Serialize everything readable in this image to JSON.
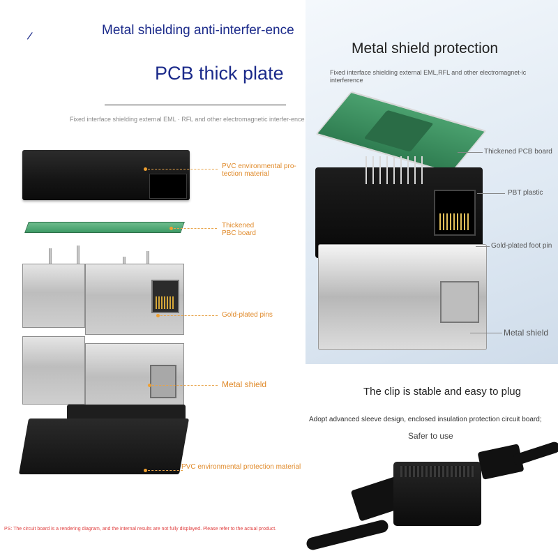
{
  "left_panel": {
    "tick_mark": "/",
    "title_line_1": "Metal shielding anti-interfer-ence",
    "title_line_2": "PCB thick plate",
    "subtitle": "Fixed interface shielding external EML · RFL and other electromagnetic interfer-ence",
    "callouts": [
      {
        "label": "PVC environmental pro-tection material"
      },
      {
        "label": "Thickened PBC board"
      },
      {
        "label": "Gold-plated pins"
      },
      {
        "label": "Metal shield"
      },
      {
        "label": "PVC environmental protection material"
      }
    ],
    "ps_note": "PS: The circuit board is a rendering diagram, and the internal results are not fully displayed. Please refer to the actual product.",
    "colors": {
      "title": "#1b2a8a",
      "callout": "#e08a2a",
      "ps_note": "#e04040"
    }
  },
  "right_top_panel": {
    "title": "Metal shield protection",
    "subtitle": "Fixed interface shielding external EML,RFL and other electromagnet-ic interference",
    "labels": [
      {
        "text": "Thickened PCB board"
      },
      {
        "text": "PBT plastic"
      },
      {
        "text": "Gold-plated foot pin"
      },
      {
        "text": "Metal shield"
      }
    ]
  },
  "right_bottom_panel": {
    "title": "The clip is stable and easy to plug",
    "description": "Adopt advanced sleeve design, enclosed insulation protection circuit board;",
    "safer": "Safer to use"
  }
}
